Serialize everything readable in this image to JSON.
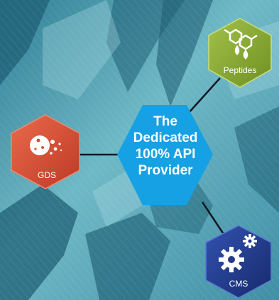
{
  "center": {
    "lines": [
      "The",
      "Dedicated",
      "100% API",
      "Provider"
    ]
  },
  "nodes": {
    "peptides": {
      "label": "Peptides",
      "icon": "molecule-icon",
      "color": "#8fae35"
    },
    "gds": {
      "label": "GDS",
      "icon": "particles-icon",
      "color": "#d9533a"
    },
    "cms": {
      "label": "CMS",
      "icon": "gears-icon",
      "color": "#233a8c"
    }
  },
  "colors": {
    "center": "#15a1e3",
    "background": "#5aa7ba",
    "connector": "#101820"
  }
}
